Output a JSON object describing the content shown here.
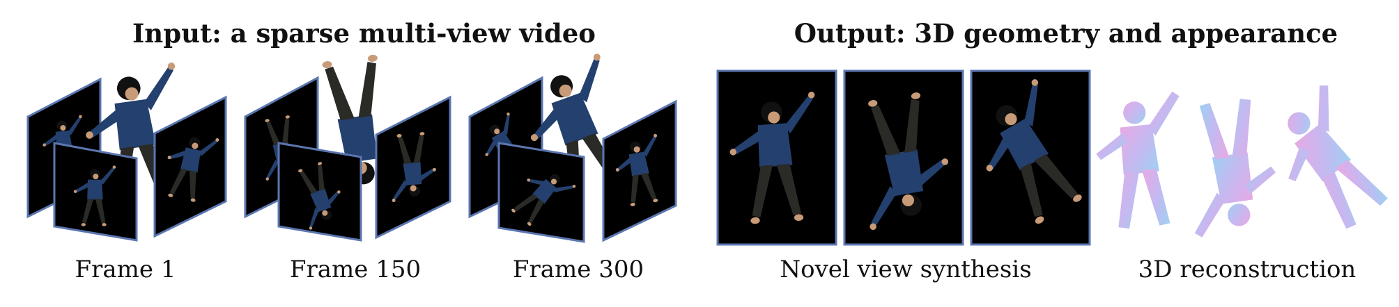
{
  "input": {
    "heading": "Input: a sparse multi-view video",
    "frames": [
      {
        "label": "Frame 1"
      },
      {
        "label": "Frame 150"
      },
      {
        "label": "Frame 300"
      }
    ]
  },
  "output": {
    "heading": "Output: 3D geometry and appearance",
    "nvs_label": "Novel view synthesis",
    "recon_label": "3D reconstruction"
  },
  "colors": {
    "frame_border": "#5b76b0",
    "shirt": "#24406e",
    "mesh_pink": "#e8a9e4",
    "mesh_blue": "#9fd0f2"
  }
}
